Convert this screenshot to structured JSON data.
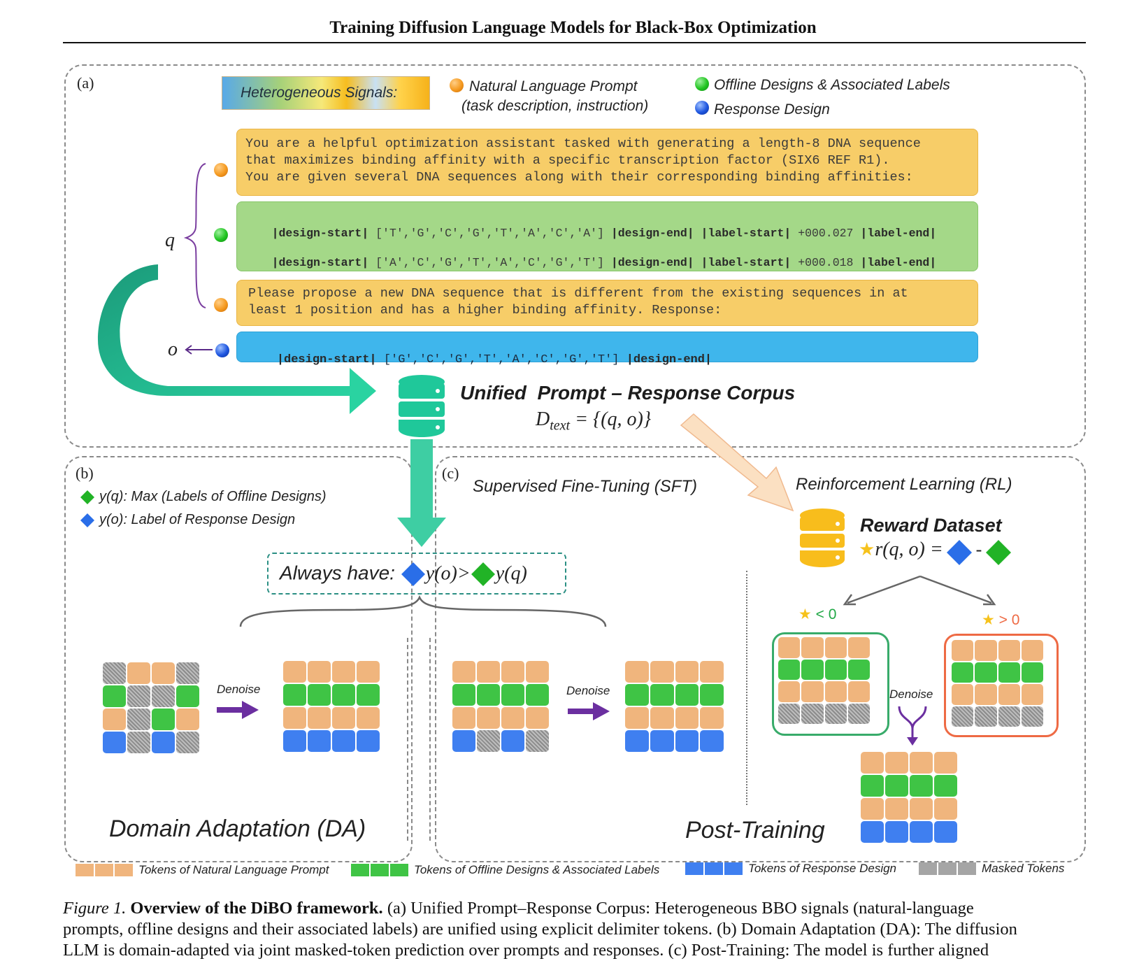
{
  "header": {
    "title": "Training Diffusion Language Models for Black-Box Optimization"
  },
  "panel_a": {
    "label": "(a)",
    "signals_label": "Heterogeneous Signals:",
    "legend": {
      "nl_prompt": "Natural Language Prompt",
      "nl_prompt_sub": "(task description, instruction)",
      "offline": "Offline Designs & Associated Labels",
      "response": "Response Design"
    },
    "prompt_box1": [
      "You are a helpful optimization assistant tasked with generating a length-8 DNA sequence",
      "that maximizes binding affinity with a specific transcription factor (SIX6 REF R1).",
      "You are given several DNA sequences along with their corresponding binding affinities:"
    ],
    "design_rows": [
      {
        "start": "|design-start|",
        "seq": "['T','G','C','G','T','A','C','A']",
        "end": "|design-end|",
        "lstart": "|label-start|",
        "value": "+000.027",
        "lend": "|label-end|"
      },
      {
        "start": "|design-start|",
        "seq": "['A','C','G','T','A','C','G','T']",
        "end": "|design-end|",
        "lstart": "|label-start|",
        "value": "+000.018",
        "lend": "|label-end|"
      }
    ],
    "vdots": "⋮",
    "prompt_box2": [
      "Please propose a new DNA sequence that is different from the existing sequences in at",
      "least 1 position and has a higher binding affinity. Response:"
    ],
    "response_row": {
      "start": "|design-start|",
      "seq": "['G','C','G','T','A','C','G','T']",
      "end": "|design-end|"
    },
    "q_label": "q",
    "o_label": "o",
    "corpus_title": "Unified  Prompt – Response Corpus",
    "corpus_formula_prefix": "D",
    "corpus_formula_sub": "text",
    "corpus_formula_rest": " = {(q, o)}"
  },
  "panel_b": {
    "label": "(b)",
    "legend_q": "y(q): Max (Labels of Offline Designs)",
    "legend_o": "y(o): Label of Response Design",
    "denoise": "Denoise",
    "title": "Domain Adaptation (DA)"
  },
  "always": {
    "prefix": "Always have:",
    "yo": "y(o)>",
    "yq": "y(q)"
  },
  "panel_c": {
    "label": "(c)",
    "sft": "Supervised Fine-Tuning (SFT)",
    "rl": "Reinforcement Learning (RL)",
    "reward_title": "Reward Dataset",
    "reward_formula": "r(q, o) =",
    "minus": "-",
    "lt0": "< 0",
    "gt0": "> 0",
    "denoise": "Denoise",
    "denoise_rl": "Denoise",
    "title": "Post-Training"
  },
  "legend_bottom": {
    "nl": "Tokens of Natural Language Prompt",
    "offline": "Tokens of Offline Designs & Associated Labels",
    "response": "Tokens of Response Design",
    "masked": "Masked Tokens"
  },
  "caption": {
    "fig": "Figure 1.",
    "bold": "Overview of the DiBO framework.",
    "line1": "(a) Unified Prompt–Response Corpus: Heterogeneous BBO signals (natural-language",
    "line2": "prompts, offline designs and their associated labels) are unified using explicit delimiter tokens. (b) Domain Adaptation (DA): The diffusion",
    "line3": "LLM is domain-adapted via joint masked-token prediction over prompts and responses. (c) Post-Training: The model is further aligned"
  },
  "colors": {
    "nl": "#f0b57d",
    "offline": "#3fc445",
    "response": "#3f7ff0",
    "masked": "#a5a5a5",
    "teal": "#22c79a"
  }
}
